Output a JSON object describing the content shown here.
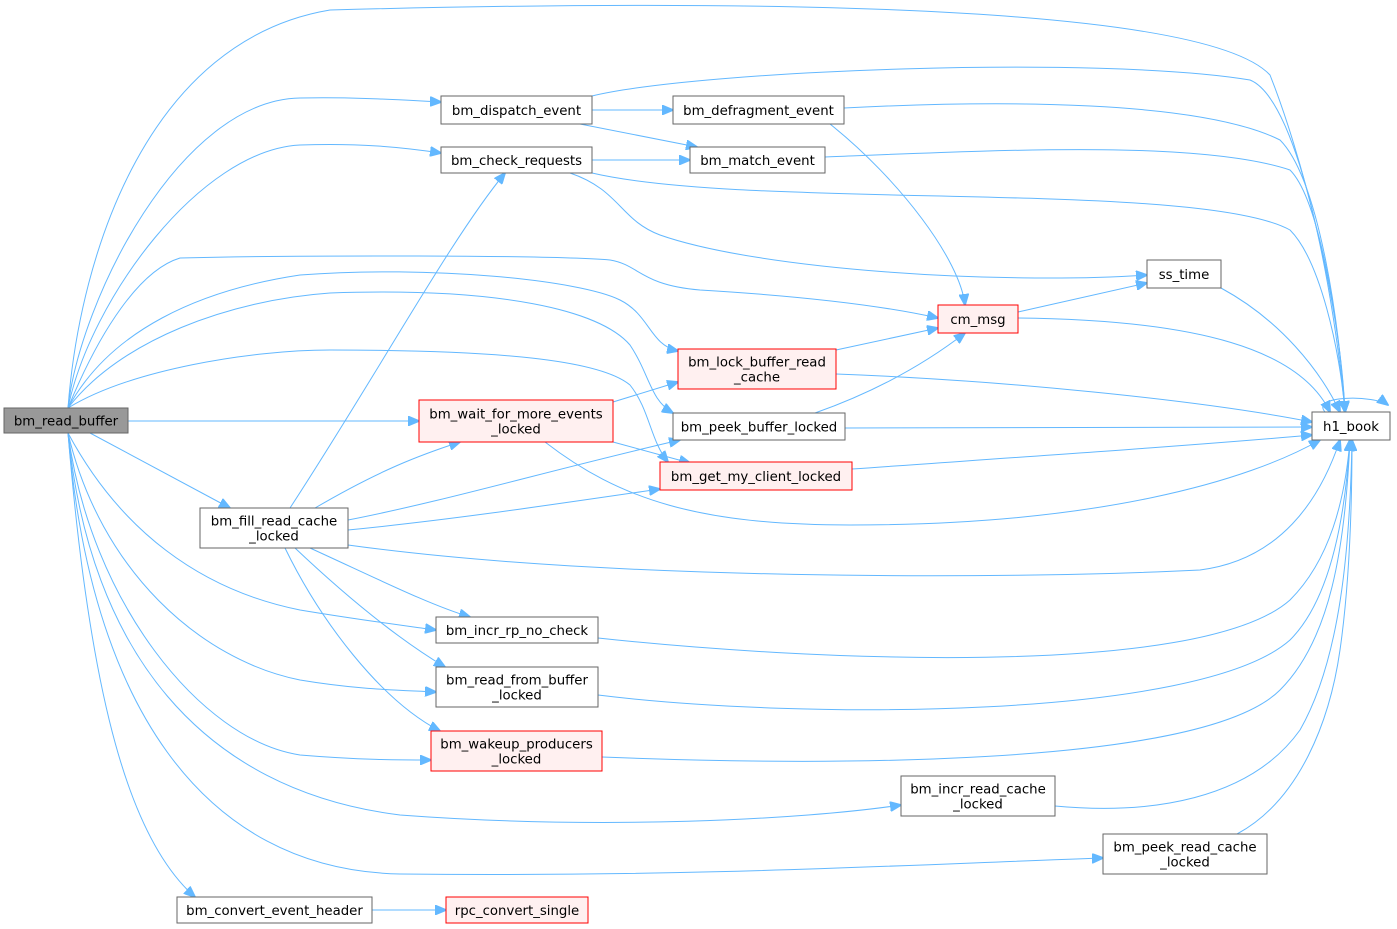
{
  "colors": {
    "edge": "#63b8ff",
    "focus_fill": "#999999",
    "focus_stroke": "#666666",
    "normal_fill": "#ffffff",
    "normal_stroke": "#666666",
    "error_fill": "#fff0f0",
    "error_stroke": "#ff0000"
  },
  "nodes": [
    {
      "id": "bm_read_buffer",
      "lines": [
        "bm_read_buffer"
      ],
      "style": "focus"
    },
    {
      "id": "bm_dispatch_event",
      "lines": [
        "bm_dispatch_event"
      ],
      "style": "normal"
    },
    {
      "id": "bm_check_requests",
      "lines": [
        "bm_check_requests"
      ],
      "style": "normal"
    },
    {
      "id": "bm_defragment_event",
      "lines": [
        "bm_defragment_event"
      ],
      "style": "normal"
    },
    {
      "id": "bm_match_event",
      "lines": [
        "bm_match_event"
      ],
      "style": "normal"
    },
    {
      "id": "ss_time",
      "lines": [
        "ss_time"
      ],
      "style": "normal"
    },
    {
      "id": "cm_msg",
      "lines": [
        "cm_msg"
      ],
      "style": "error"
    },
    {
      "id": "bm_lock_buffer_read_cache",
      "lines": [
        "bm_lock_buffer_read",
        "_cache"
      ],
      "style": "error"
    },
    {
      "id": "bm_wait_for_more_events_locked",
      "lines": [
        "bm_wait_for_more_events",
        "_locked"
      ],
      "style": "error"
    },
    {
      "id": "bm_peek_buffer_locked",
      "lines": [
        "bm_peek_buffer_locked"
      ],
      "style": "normal"
    },
    {
      "id": "bm_get_my_client_locked",
      "lines": [
        "bm_get_my_client_locked"
      ],
      "style": "error"
    },
    {
      "id": "h1_book",
      "lines": [
        "h1_book"
      ],
      "style": "normal"
    },
    {
      "id": "bm_fill_read_cache_locked",
      "lines": [
        "bm_fill_read_cache",
        "_locked"
      ],
      "style": "normal"
    },
    {
      "id": "bm_incr_rp_no_check",
      "lines": [
        "bm_incr_rp_no_check"
      ],
      "style": "normal"
    },
    {
      "id": "bm_read_from_buffer_locked",
      "lines": [
        "bm_read_from_buffer",
        "_locked"
      ],
      "style": "normal"
    },
    {
      "id": "bm_wakeup_producers_locked",
      "lines": [
        "bm_wakeup_producers",
        "_locked"
      ],
      "style": "error"
    },
    {
      "id": "bm_incr_read_cache_locked",
      "lines": [
        "bm_incr_read_cache",
        "_locked"
      ],
      "style": "normal"
    },
    {
      "id": "bm_peek_read_cache_locked",
      "lines": [
        "bm_peek_read_cache",
        "_locked"
      ],
      "style": "normal"
    },
    {
      "id": "bm_convert_event_header",
      "lines": [
        "bm_convert_event_header"
      ],
      "style": "normal"
    },
    {
      "id": "rpc_convert_single",
      "lines": [
        "rpc_convert_single"
      ],
      "style": "error"
    }
  ],
  "edges": [
    [
      "bm_read_buffer",
      "bm_dispatch_event"
    ],
    [
      "bm_read_buffer",
      "bm_check_requests"
    ],
    [
      "bm_read_buffer",
      "h1_book"
    ],
    [
      "bm_read_buffer",
      "cm_msg"
    ],
    [
      "bm_read_buffer",
      "bm_lock_buffer_read_cache"
    ],
    [
      "bm_read_buffer",
      "bm_peek_buffer_locked"
    ],
    [
      "bm_read_buffer",
      "bm_get_my_client_locked"
    ],
    [
      "bm_read_buffer",
      "bm_wait_for_more_events_locked"
    ],
    [
      "bm_read_buffer",
      "bm_fill_read_cache_locked"
    ],
    [
      "bm_read_buffer",
      "bm_incr_rp_no_check"
    ],
    [
      "bm_read_buffer",
      "bm_read_from_buffer_locked"
    ],
    [
      "bm_read_buffer",
      "bm_wakeup_producers_locked"
    ],
    [
      "bm_read_buffer",
      "bm_incr_read_cache_locked"
    ],
    [
      "bm_read_buffer",
      "bm_peek_read_cache_locked"
    ],
    [
      "bm_read_buffer",
      "bm_convert_event_header"
    ],
    [
      "bm_dispatch_event",
      "bm_defragment_event"
    ],
    [
      "bm_dispatch_event",
      "bm_match_event"
    ],
    [
      "bm_dispatch_event",
      "h1_book"
    ],
    [
      "bm_check_requests",
      "bm_match_event"
    ],
    [
      "bm_check_requests",
      "h1_book"
    ],
    [
      "bm_check_requests",
      "ss_time"
    ],
    [
      "bm_defragment_event",
      "h1_book"
    ],
    [
      "bm_defragment_event",
      "cm_msg"
    ],
    [
      "bm_match_event",
      "h1_book"
    ],
    [
      "ss_time",
      "h1_book"
    ],
    [
      "cm_msg",
      "ss_time"
    ],
    [
      "cm_msg",
      "h1_book"
    ],
    [
      "bm_lock_buffer_read_cache",
      "cm_msg"
    ],
    [
      "bm_lock_buffer_read_cache",
      "h1_book"
    ],
    [
      "bm_peek_buffer_locked",
      "cm_msg"
    ],
    [
      "bm_peek_buffer_locked",
      "h1_book"
    ],
    [
      "bm_get_my_client_locked",
      "h1_book"
    ],
    [
      "bm_wait_for_more_events_locked",
      "bm_lock_buffer_read_cache"
    ],
    [
      "bm_wait_for_more_events_locked",
      "bm_get_my_client_locked"
    ],
    [
      "bm_wait_for_more_events_locked",
      "h1_book"
    ],
    [
      "h1_book",
      "h1_book"
    ],
    [
      "bm_fill_read_cache_locked",
      "bm_check_requests"
    ],
    [
      "bm_fill_read_cache_locked",
      "bm_wait_for_more_events_locked"
    ],
    [
      "bm_fill_read_cache_locked",
      "bm_peek_buffer_locked"
    ],
    [
      "bm_fill_read_cache_locked",
      "bm_get_my_client_locked"
    ],
    [
      "bm_fill_read_cache_locked",
      "h1_book"
    ],
    [
      "bm_fill_read_cache_locked",
      "bm_incr_rp_no_check"
    ],
    [
      "bm_fill_read_cache_locked",
      "bm_read_from_buffer_locked"
    ],
    [
      "bm_fill_read_cache_locked",
      "bm_wakeup_producers_locked"
    ],
    [
      "bm_incr_rp_no_check",
      "h1_book"
    ],
    [
      "bm_read_from_buffer_locked",
      "h1_book"
    ],
    [
      "bm_wakeup_producers_locked",
      "h1_book"
    ],
    [
      "bm_incr_read_cache_locked",
      "h1_book"
    ],
    [
      "bm_peek_read_cache_locked",
      "h1_book"
    ],
    [
      "bm_convert_event_header",
      "rpc_convert_single"
    ]
  ]
}
